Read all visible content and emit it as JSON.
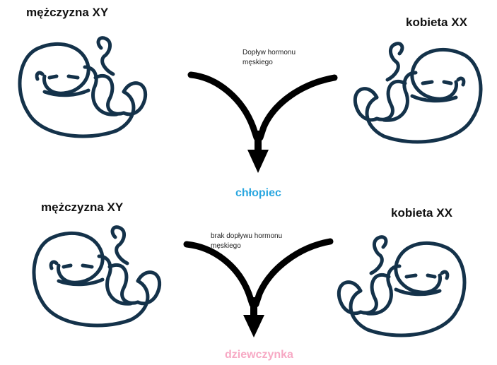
{
  "colors": {
    "fetus_outline": "#14324a",
    "arrow": "#000000",
    "boy_text": "#2aa7e0",
    "girl_text": "#f7a9c4"
  },
  "top": {
    "left_parent": "mężczyzna XY",
    "right_parent": "kobieta XX",
    "note_line1": "Dopływ hormonu",
    "note_line2": "męskiego",
    "result": "chłopiec"
  },
  "bottom": {
    "left_parent": "mężczyzna XY",
    "right_parent": "kobieta XX",
    "note_line1": "brak dopływu hormonu",
    "note_line2": "męskiego",
    "result": "dziewczynka"
  },
  "icons": {
    "fetus": "fetus-icon",
    "arrow": "merge-arrow-icon"
  }
}
